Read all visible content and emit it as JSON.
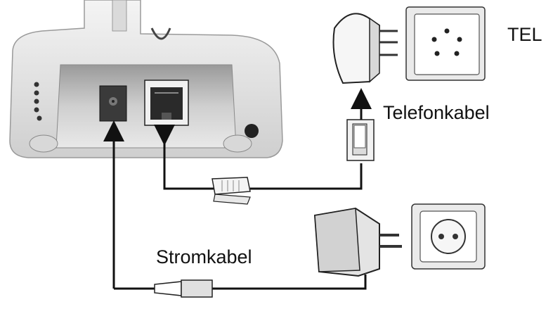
{
  "labels": {
    "tel": "TEL",
    "telefonkabel": "Telefonkabel",
    "stromkabel": "Stromkabel"
  },
  "colors": {
    "line": "#111111",
    "device_fill": "#e6e6e6",
    "device_shadow": "#a8a8a8",
    "port_dark": "#2a2a2a",
    "background": "#ffffff"
  },
  "icons": [
    "base-station-back-panel",
    "dc-power-jack-icon",
    "rj11-jack-icon",
    "tae-plug-icon",
    "tel-wall-socket-icon",
    "rj11-plug-icon",
    "tae-connector-icon",
    "power-adapter-icon",
    "power-wall-socket-icon",
    "barrel-plug-icon"
  ]
}
